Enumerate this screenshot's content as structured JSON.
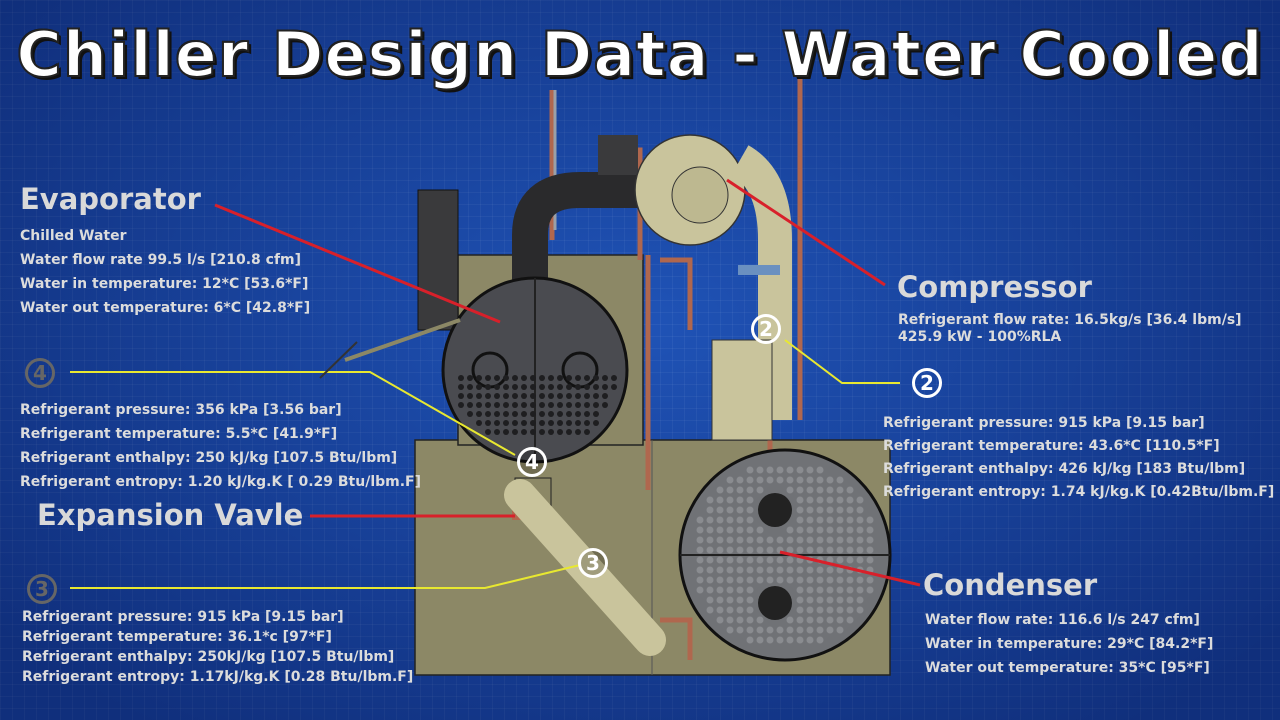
{
  "title": "Chiller Design Data - Water Cooled",
  "colors": {
    "background": "#1b4aa8",
    "leader_red": "#d8202a",
    "leader_yellow": "#e8e830",
    "frame": "#8c8866",
    "shell_dark": "#4a4b50",
    "shell_gray": "#707276",
    "pipe_copper": "#b0674e",
    "pipe_beige": "#c9c49c"
  },
  "evaporator": {
    "heading": "Evaporator",
    "lines": [
      "Chilled Water",
      "Water flow rate 99.5 l/s  [210.8 cfm]",
      "Water in temperature: 12*C  [53.6*F]",
      "Water out temperature: 6*C  [42.8*F]"
    ]
  },
  "point4": {
    "number": "4",
    "lines": [
      "Refrigerant pressure: 356 kPa [3.56 bar]",
      "Refrigerant temperature: 5.5*C  [41.9*F]",
      "Refrigerant enthalpy: 250 kJ/kg  [107.5 Btu/lbm]",
      "Refrigerant entropy:  1.20 kJ/kg.K  [ 0.29 Btu/lbm.F]"
    ]
  },
  "expansion_valve": {
    "heading": "Expansion Vavle"
  },
  "point3": {
    "number": "3",
    "lines": [
      "Refrigerant pressure: 915 kPa [9.15 bar]",
      "Refrigerant temperature: 36.1*c  [97*F]",
      "Refrigerant enthalpy: 250kJ/kg [107.5 Btu/lbm]",
      "Refrigerant entropy: 1.17kJ/kg.K [0.28 Btu/lbm.F]"
    ]
  },
  "compressor": {
    "heading": "Compressor",
    "lines": [
      "Refrigerant flow rate: 16.5kg/s [36.4 lbm/s]",
      "425.9 kW - 100%RLA"
    ]
  },
  "point2": {
    "number": "2",
    "lines": [
      "Refrigerant pressure: 915 kPa [9.15 bar]",
      "Refrigerant temperature: 43.6*C  [110.5*F]",
      "Refrigerant enthalpy: 426 kJ/kg  [183 Btu/lbm]",
      "Refrigerant entropy: 1.74 kJ/kg.K [0.42Btu/lbm.F]"
    ]
  },
  "condenser": {
    "heading": "Condenser",
    "lines": [
      "Water flow rate: 116.6 l/s     247 cfm]",
      "Water in temperature: 29*C   [84.2*F]",
      "Water out temperature: 35*C  [95*F]"
    ]
  }
}
